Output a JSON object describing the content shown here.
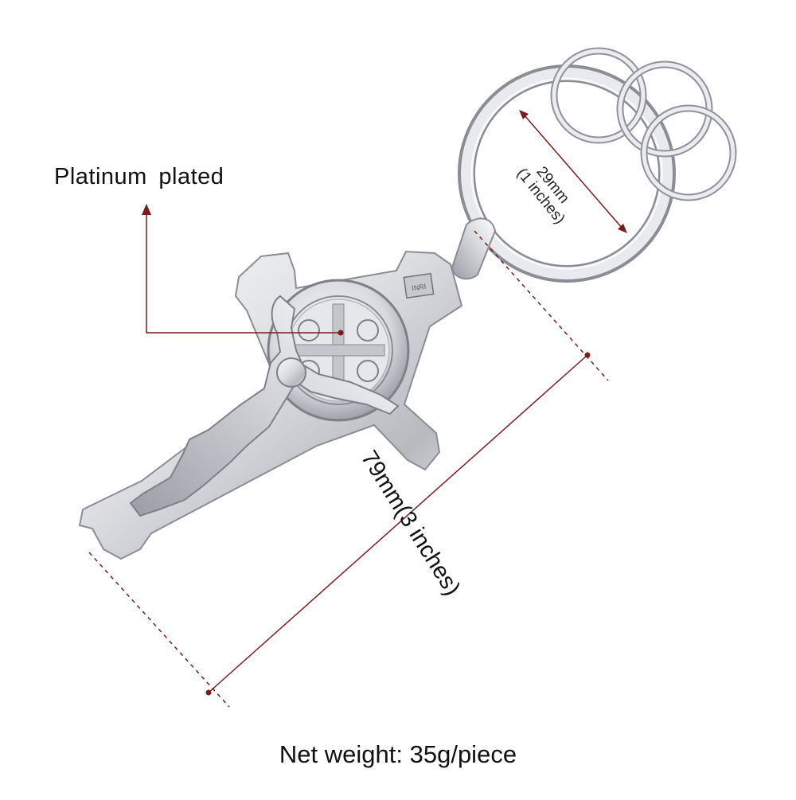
{
  "labels": {
    "material": "Platinum  plated",
    "ring_size_mm": "29mm",
    "ring_size_in": "(1 inches)",
    "length": "79mm(3 inches)",
    "net_weight": "Net weight: 35g/piece",
    "inri": "INRI"
  },
  "colors": {
    "dimension_line": "#7a1c1c",
    "callout_line": "#7a1c1c",
    "metal_light": "#f4f4f6",
    "metal_mid": "#c9cbd0",
    "metal_dark": "#7d8088",
    "text": "#111111"
  },
  "product": {
    "subject": "crucifix-keychain",
    "finish": "silver"
  }
}
